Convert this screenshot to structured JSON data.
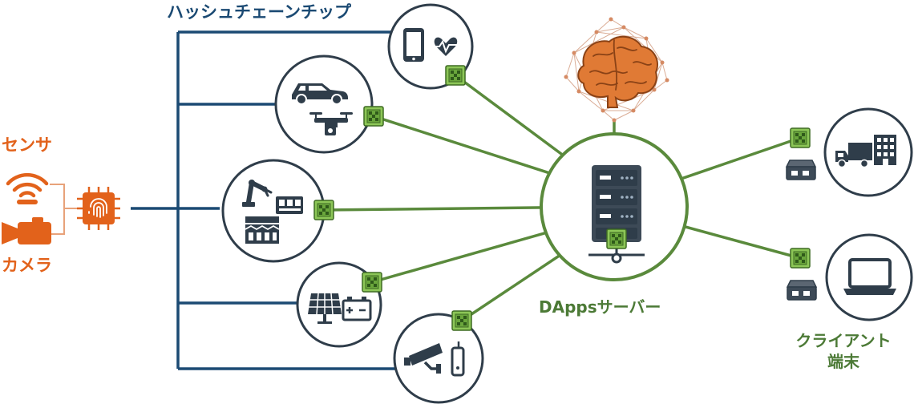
{
  "labels": {
    "hash_chain_chip": "ハッシュチェーンチップ",
    "sensor": "センサ",
    "camera": "カメラ",
    "dapps_server": "DAppsサーバー",
    "client_terminal_line1": "クライアント",
    "client_terminal_line2": "端末"
  },
  "colors": {
    "chain_line": "#1b4a73",
    "green_link": "#5a8a3c",
    "sensor_orange": "#e2621b",
    "icon_dark": "#2f3d4a",
    "chip_green": "#7fbf4d",
    "brain": "#e07a35"
  },
  "icons": {
    "sensor_group": [
      "wifi-signal-icon",
      "camera-icon",
      "fingerprint-chip-icon"
    ],
    "device_nodes": [
      [
        "smartphone-icon",
        "heart-rate-icon"
      ],
      [
        "car-icon",
        "drone-icon"
      ],
      [
        "robot-arm-icon",
        "factory-icon",
        "control-panel-icon"
      ],
      [
        "solar-panel-icon",
        "battery-icon"
      ],
      [
        "security-camera-icon",
        "sensor-device-icon"
      ]
    ],
    "server": [
      "server-rack-icon",
      "network-icon",
      "ai-brain-icon"
    ],
    "client_nodes": [
      [
        "truck-icon",
        "building-icon",
        "client-box-icon"
      ],
      [
        "laptop-icon",
        "client-box-icon"
      ]
    ]
  }
}
